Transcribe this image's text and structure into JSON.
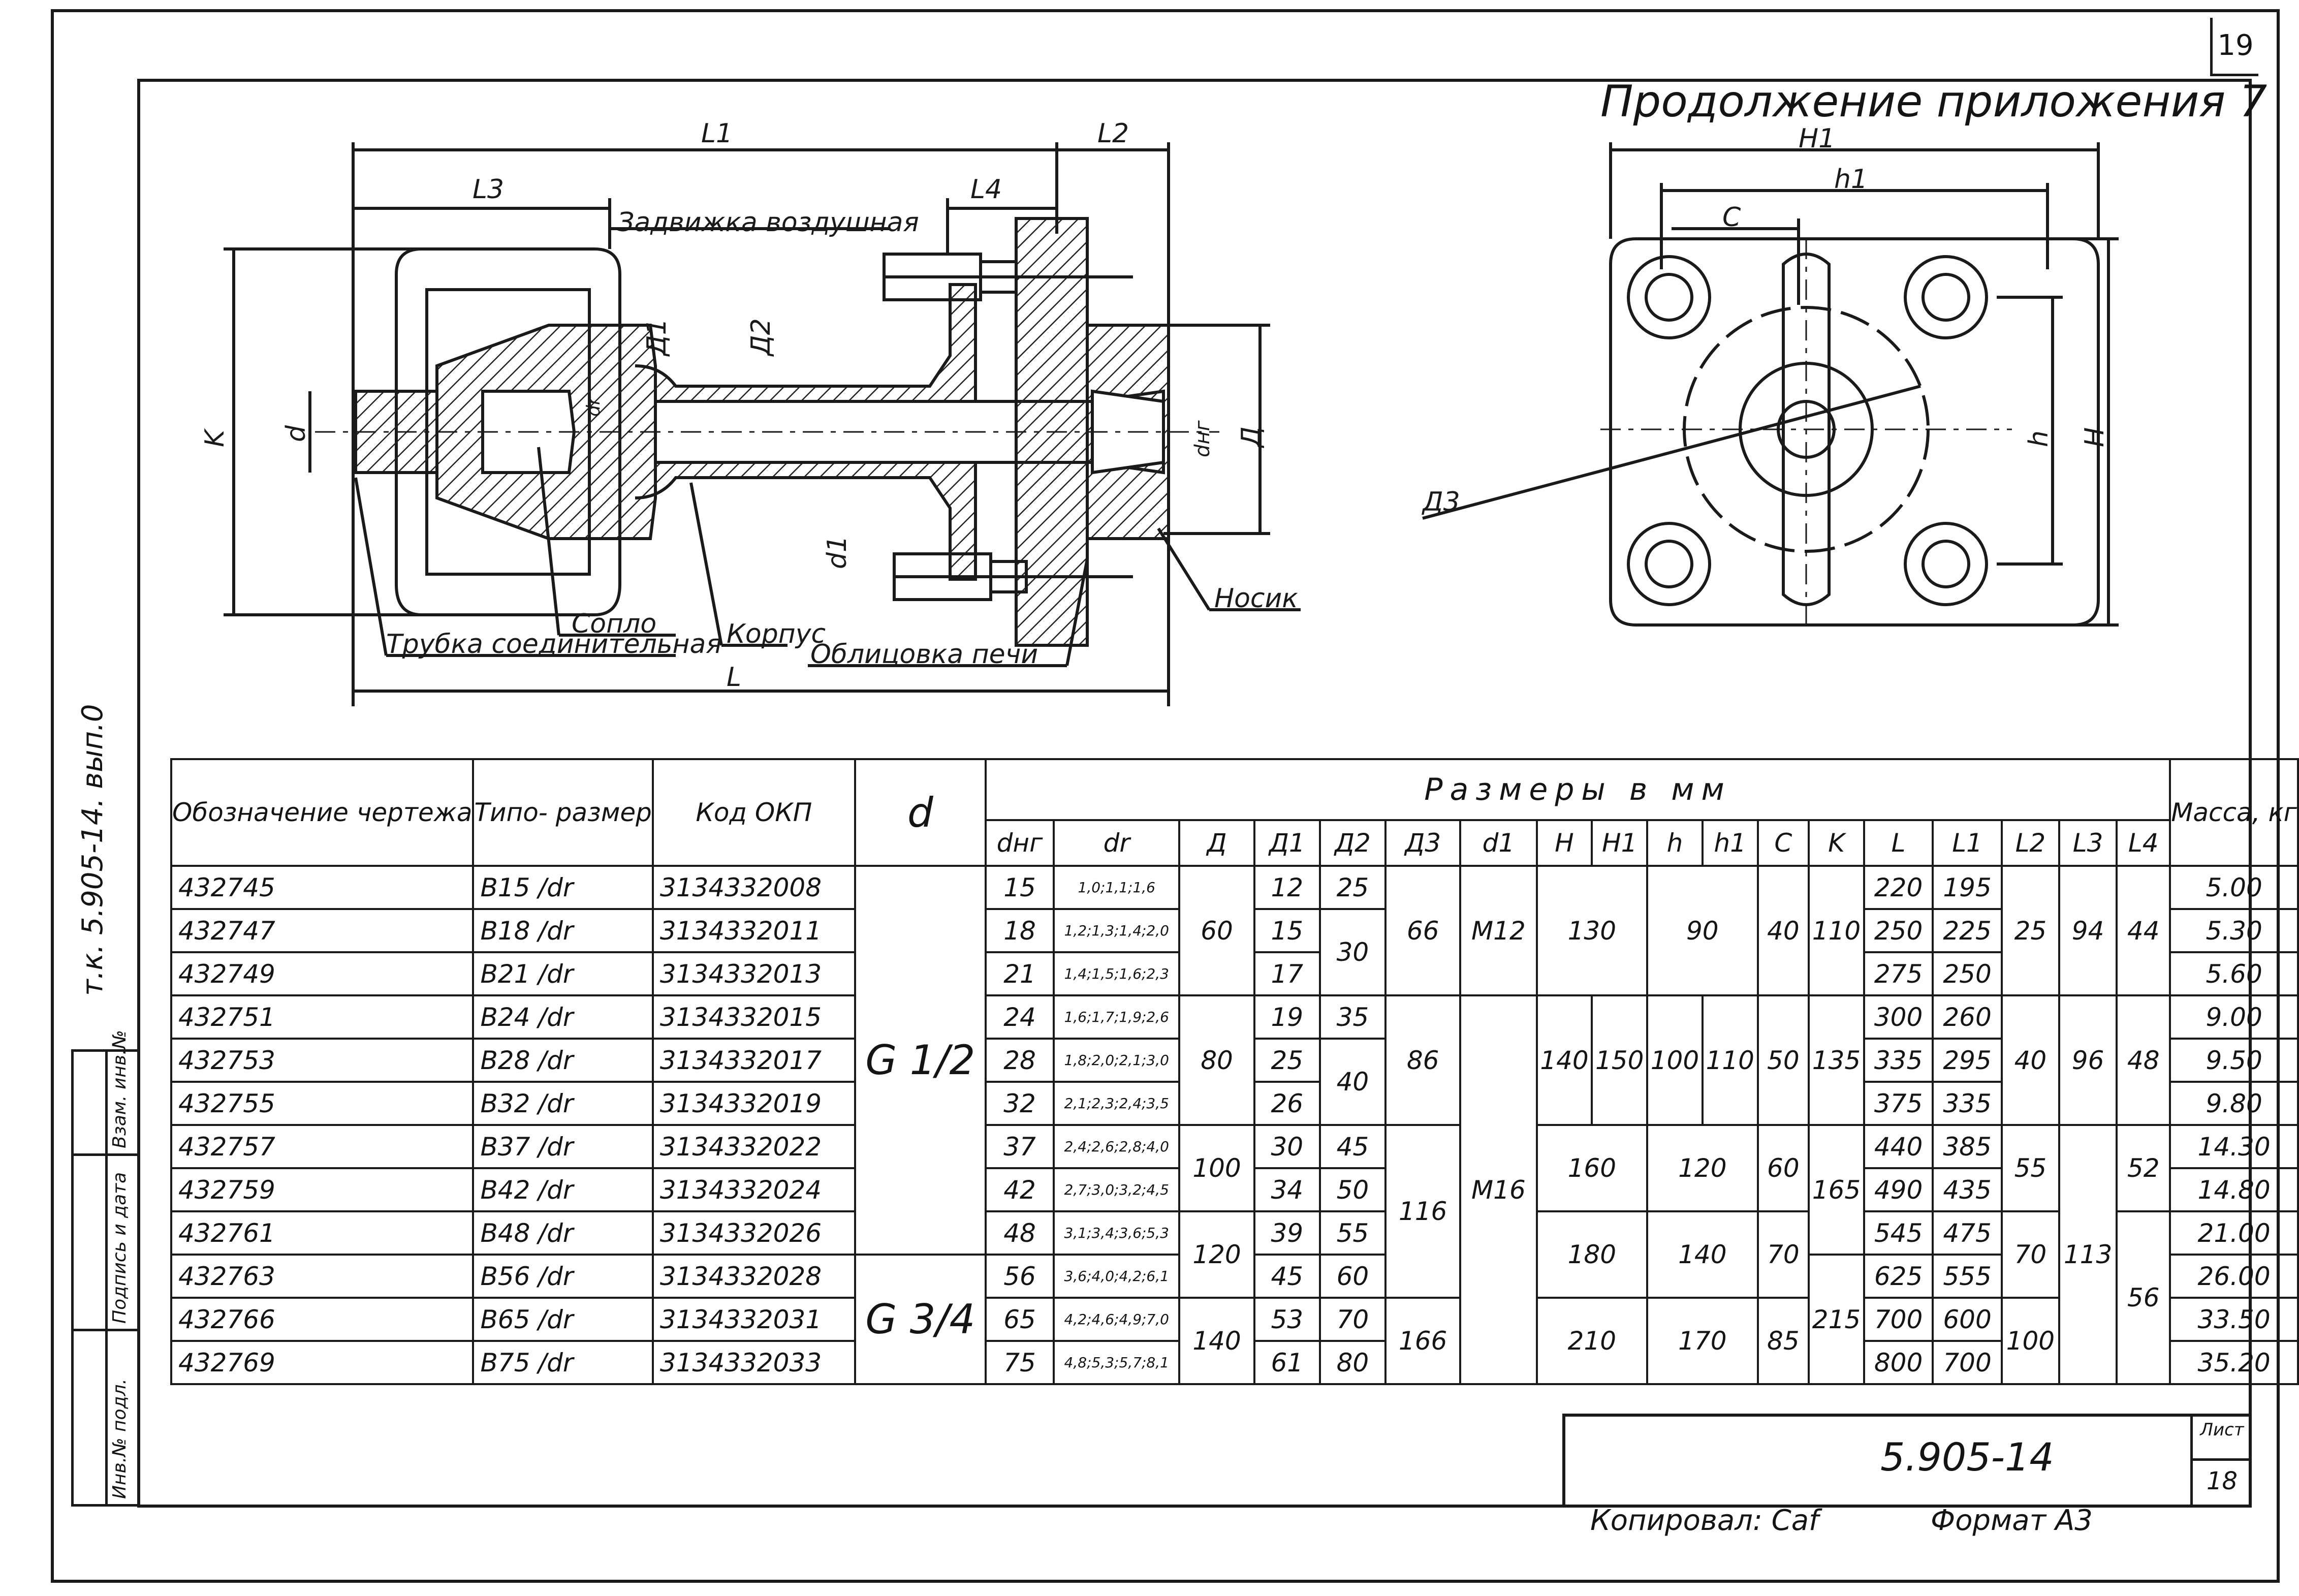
{
  "page_number": "19",
  "title": "Продолжение приложения 7",
  "drawing": {
    "section_dims": [
      "L1",
      "L2",
      "L3",
      "L4",
      "Д1",
      "Д2",
      "dr",
      "dнг",
      "Д",
      "d",
      "K",
      "d1",
      "L"
    ],
    "plan_dims": [
      "H1",
      "h1",
      "C",
      "h",
      "H",
      "Д3"
    ],
    "callouts": {
      "valve": "Задвижка воздушная",
      "nozzle": "Сопло",
      "tube": "Трубка соединительная",
      "body": "Корпус",
      "lining": "Облицовка печи",
      "tip": "Носик"
    }
  },
  "table": {
    "headers": {
      "designation": "Обозначение чертежа",
      "size": "Типо- размер",
      "okp": "Код ОКП",
      "d": "d",
      "dims": "Размеры в мм",
      "mass": "Масса, кг"
    },
    "subheaders": [
      "dнг",
      "dr",
      "Д",
      "Д1",
      "Д2",
      "Д3",
      "d1",
      "H",
      "H1",
      "h",
      "h1",
      "C",
      "K",
      "L",
      "L1",
      "L2",
      "L3",
      "L4"
    ],
    "rows": [
      {
        "des": "432745",
        "size": "B15 /dr",
        "okp": "3134332008",
        "dng": "15",
        "dr": "1,0;1,1;1,6",
        "D1": "12",
        "L": "220",
        "L1": "195",
        "mass": "5.00"
      },
      {
        "des": "432747",
        "size": "B18 /dr",
        "okp": "3134332011",
        "dng": "18",
        "dr": "1,2;1,3;1,4;2,0",
        "D1": "15",
        "L": "250",
        "L1": "225",
        "mass": "5.30"
      },
      {
        "des": "432749",
        "size": "B21 /dr",
        "okp": "3134332013",
        "dng": "21",
        "dr": "1,4;1,5;1,6;2,3",
        "D1": "17",
        "L": "275",
        "L1": "250",
        "mass": "5.60"
      },
      {
        "des": "432751",
        "size": "B24 /dr",
        "okp": "3134332015",
        "dng": "24",
        "dr": "1,6;1,7;1,9;2,6",
        "D1": "19",
        "L": "300",
        "L1": "260",
        "mass": "9.00"
      },
      {
        "des": "432753",
        "size": "B28 /dr",
        "okp": "3134332017",
        "dng": "28",
        "dr": "1,8;2,0;2,1;3,0",
        "D1": "25",
        "L": "335",
        "L1": "295",
        "mass": "9.50"
      },
      {
        "des": "432755",
        "size": "B32 /dr",
        "okp": "3134332019",
        "dng": "32",
        "dr": "2,1;2,3;2,4;3,5",
        "D1": "26",
        "L": "375",
        "L1": "335",
        "mass": "9.80"
      },
      {
        "des": "432757",
        "size": "B37 /dr",
        "okp": "3134332022",
        "dng": "37",
        "dr": "2,4;2,6;2,8;4,0",
        "D1": "30",
        "L": "440",
        "L1": "385",
        "mass": "14.30"
      },
      {
        "des": "432759",
        "size": "B42 /dr",
        "okp": "3134332024",
        "dng": "42",
        "dr": "2,7;3,0;3,2;4,5",
        "D1": "34",
        "L": "490",
        "L1": "435",
        "mass": "14.80"
      },
      {
        "des": "432761",
        "size": "B48 /dr",
        "okp": "3134332026",
        "dng": "48",
        "dr": "3,1;3,4;3,6;5,3",
        "D1": "39",
        "L": "545",
        "L1": "475",
        "mass": "21.00"
      },
      {
        "des": "432763",
        "size": "B56 /dr",
        "okp": "3134332028",
        "dng": "56",
        "dr": "3,6;4,0;4,2;6,1",
        "D1": "45",
        "L": "625",
        "L1": "555",
        "mass": "26.00"
      },
      {
        "des": "432766",
        "size": "B65 /dr",
        "okp": "3134332031",
        "dng": "65",
        "dr": "4,2;4,6;4,9;7,0",
        "D1": "53",
        "L": "700",
        "L1": "600",
        "mass": "33.50"
      },
      {
        "des": "432769",
        "size": "B75 /dr",
        "okp": "3134332033",
        "dng": "75",
        "dr": "4,8;5,3;5,7;8,1",
        "D1": "61",
        "L": "800",
        "L1": "700",
        "mass": "35.20"
      }
    ],
    "merged": {
      "d_a": "G 1/2",
      "d_b": "G 3/4",
      "D": [
        "60",
        "80",
        "100",
        "120",
        "140"
      ],
      "D2": [
        "25",
        "30",
        "35",
        "40",
        "45",
        "50",
        "55",
        "60",
        "70",
        "80"
      ],
      "D3": [
        "66",
        "86",
        "116",
        "166"
      ],
      "d1": [
        "M12",
        "M16"
      ],
      "H_a": "130",
      "h_a": "90",
      "H_b": "140",
      "H1_b": "150",
      "h_b": "100",
      "h1_b": "110",
      "H_c": "160",
      "h_c": "120",
      "H_d": "180",
      "h_d": "140",
      "H_e": "210",
      "h_e": "170",
      "C": [
        "40",
        "50",
        "60",
        "70",
        "85"
      ],
      "K": [
        "110",
        "135",
        "165",
        "215"
      ],
      "L2": [
        "25",
        "40",
        "55",
        "70",
        "100"
      ],
      "L3": [
        "94",
        "96",
        "113"
      ],
      "L4": [
        "44",
        "48",
        "52",
        "56"
      ]
    }
  },
  "title_block": {
    "code": "5.905-14",
    "sheet_label": "Лист",
    "sheet": "18"
  },
  "footer": {
    "copied": "Копировал: Сaf",
    "format": "Формат А3"
  },
  "side_strip": {
    "inv": "Инв.№ подл.",
    "sign": "Подпись и дата",
    "replace": "Взам. инв.№"
  },
  "archive_mark": "т.к. 5.905-14. вып.0"
}
